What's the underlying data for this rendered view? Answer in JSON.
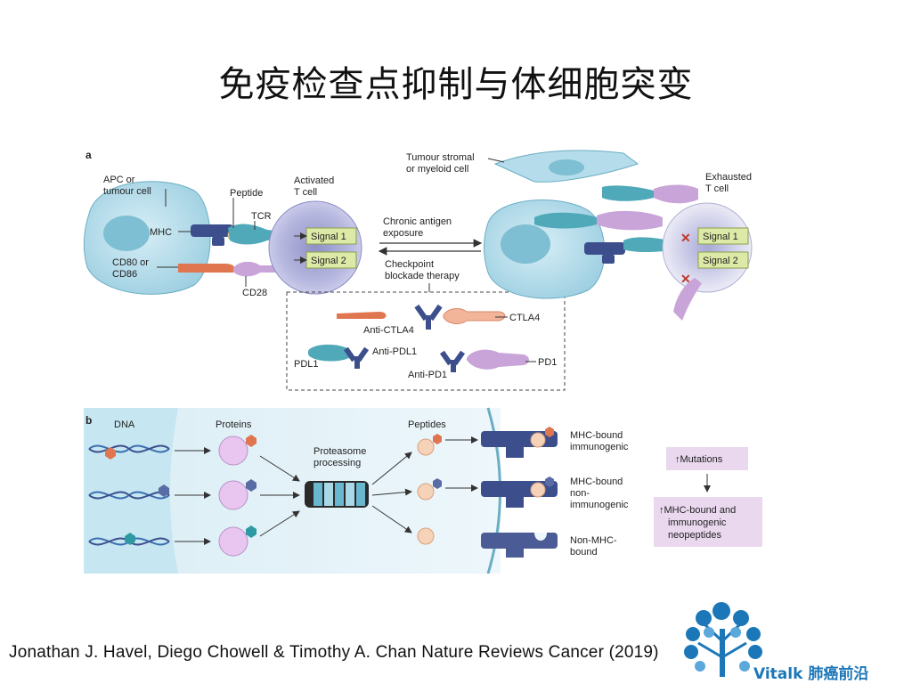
{
  "title": "免疫检查点抑制与体细胞突变",
  "panel_a": {
    "label": "a",
    "apc_label": [
      "APC or",
      "tumour cell"
    ],
    "activated_label": [
      "Activated",
      "T cell"
    ],
    "peptide": "Peptide",
    "tcr": "TCR",
    "mhc": "MHC",
    "cd80": [
      "CD80 or",
      "CD86"
    ],
    "cd28": "CD28",
    "signal1": "Signal 1",
    "signal2": "Signal 2",
    "chronic": [
      "Chronic antigen",
      "exposure"
    ],
    "checkpoint": [
      "Checkpoint",
      "blockade therapy"
    ],
    "stromal": [
      "Tumour stromal",
      "or myeloid cell"
    ],
    "exhausted": [
      "Exhausted",
      "T  cell"
    ],
    "anti_ctla4": "Anti-CTLA4",
    "ctla4": "CTLA4",
    "pdl1": "PDL1",
    "anti_pdl1": "Anti-PDL1",
    "anti_pd1": "Anti-PD1",
    "pd1": "PD1"
  },
  "panel_b": {
    "label": "b",
    "dna": "DNA",
    "proteins": "Proteins",
    "proteasome": [
      "Proteasome",
      "processing"
    ],
    "peptides": "Peptides",
    "mhc_immuno": [
      "MHC-bound",
      "immunogenic"
    ],
    "mhc_non": [
      "MHC-bound",
      "non-",
      "immunogenic"
    ],
    "non_mhc": [
      "Non-MHC-",
      "bound"
    ],
    "mutations": "↑Mutations",
    "neo": [
      "↑MHC-bound and",
      "immunogenic",
      "neopeptides"
    ]
  },
  "citation": "Jonathan J. Havel, Diego Chowell & Timothy A. Chan  Nature Reviews Cancer (2019)",
  "logo": "Vitalk 肺癌前沿",
  "colors": {
    "cell_blue": "#b5dcea",
    "cell_blue_dark": "#7fbfd3",
    "tcell_purple": "#b3b4dc",
    "tcell_inner": "#9a9ccc",
    "signal_green": "#dde9a6",
    "mhc_navy": "#3c4f8c",
    "tcr_teal": "#4fa9b8",
    "cd80_orange": "#e07650",
    "cd28_lilac": "#c9a4d8",
    "mutation_box": "#e9d8ee",
    "tree_blue": "#1c77b8"
  }
}
